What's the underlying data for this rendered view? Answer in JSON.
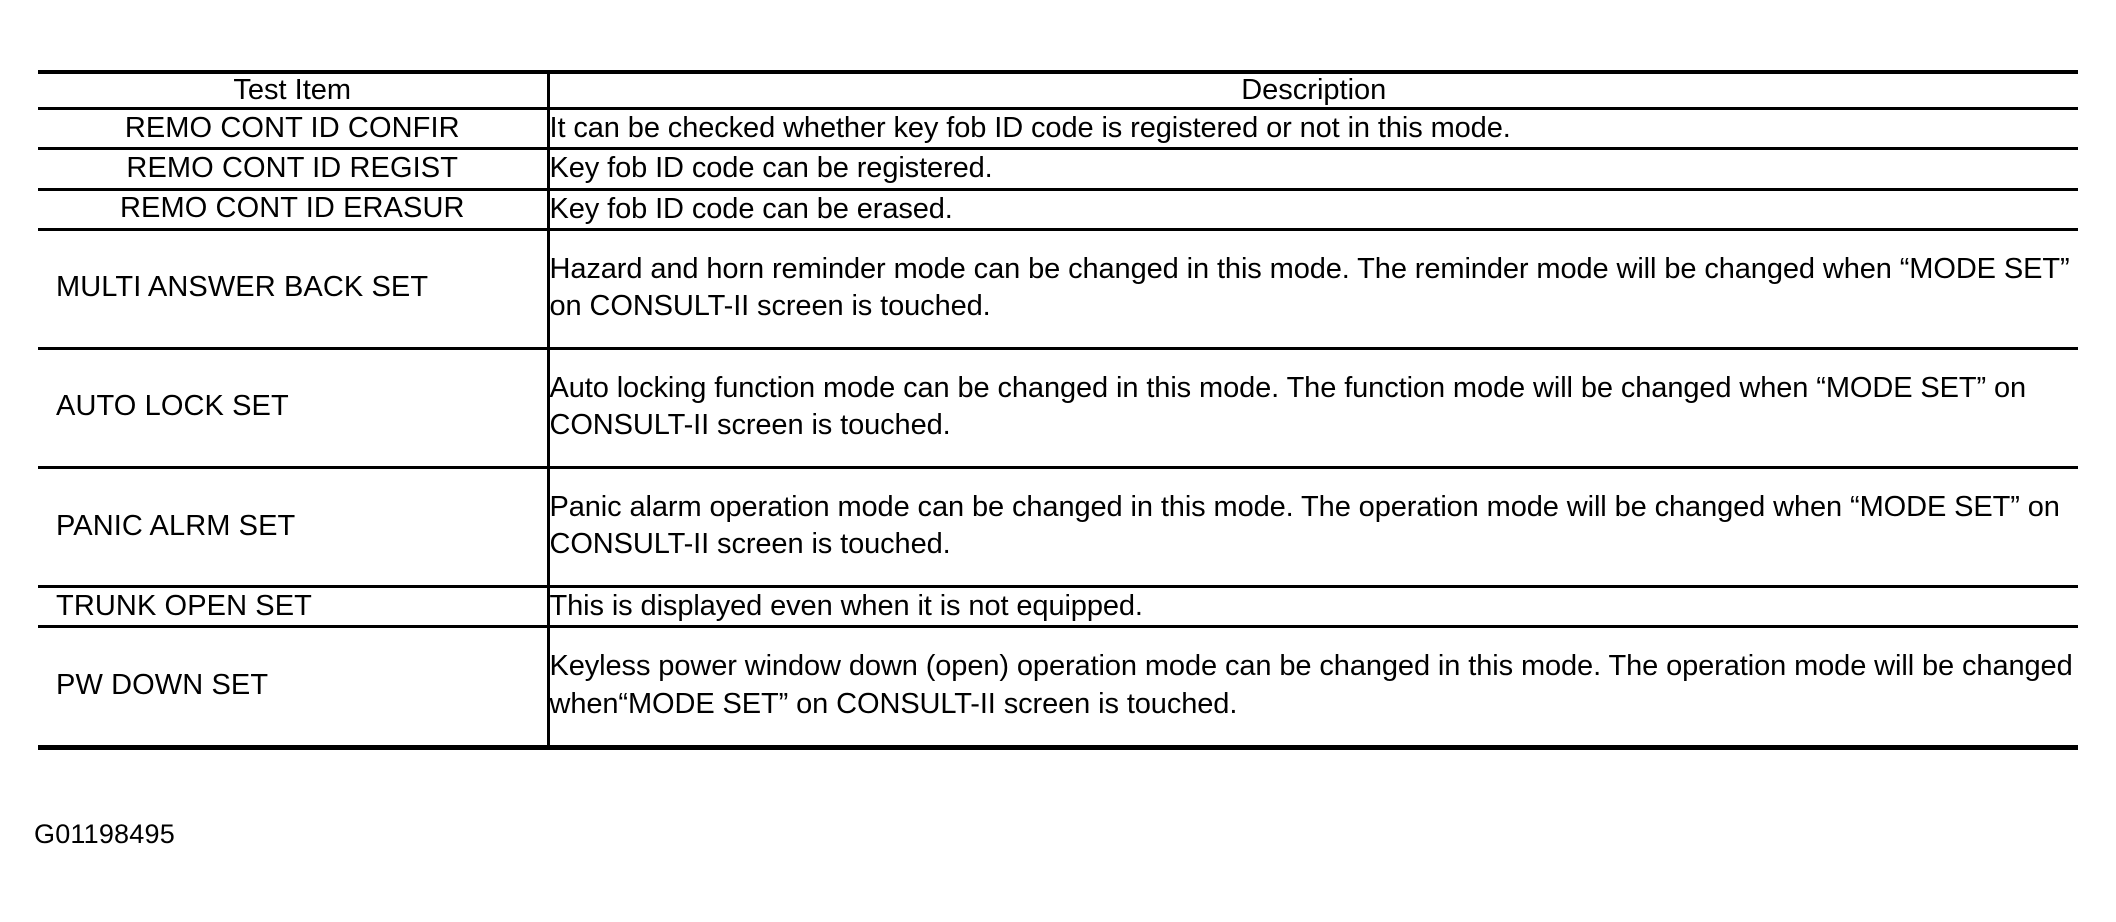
{
  "table": {
    "headers": {
      "test_item": "Test Item",
      "description": "Description"
    },
    "rows": [
      {
        "test_item": "REMO CONT ID CONFIR",
        "description": "It can be checked whether key fob ID code is registered or not in this mode."
      },
      {
        "test_item": "REMO CONT ID REGIST",
        "description": "Key fob ID code can be registered."
      },
      {
        "test_item": "REMO CONT ID ERASUR",
        "description": "Key fob ID code can be erased."
      },
      {
        "test_item": "MULTI ANSWER BACK SET",
        "description": "Hazard and horn reminder mode can be changed in this mode. The reminder mode will be changed when “MODE SET” on CONSULT-II screen is touched."
      },
      {
        "test_item": "AUTO LOCK SET",
        "description": "Auto locking function mode can be changed in this mode. The function mode will be changed when “MODE SET” on CONSULT-II screen is touched."
      },
      {
        "test_item": "PANIC ALRM SET",
        "description": "Panic alarm operation mode can be changed in this mode. The operation mode will be changed when “MODE SET” on CONSULT-II screen is touched."
      },
      {
        "test_item": "TRUNK OPEN SET",
        "description": "This is displayed even when it is not equipped."
      },
      {
        "test_item": "PW DOWN SET",
        "description": "Keyless power window down (open) operation mode can be changed in this mode. The operation mode will be changed when“MODE SET” on CONSULT-II screen is touched."
      }
    ]
  },
  "figure_code": "G01198495",
  "colors": {
    "background": "#ffffff",
    "text": "#000000",
    "rule": "#000000"
  }
}
